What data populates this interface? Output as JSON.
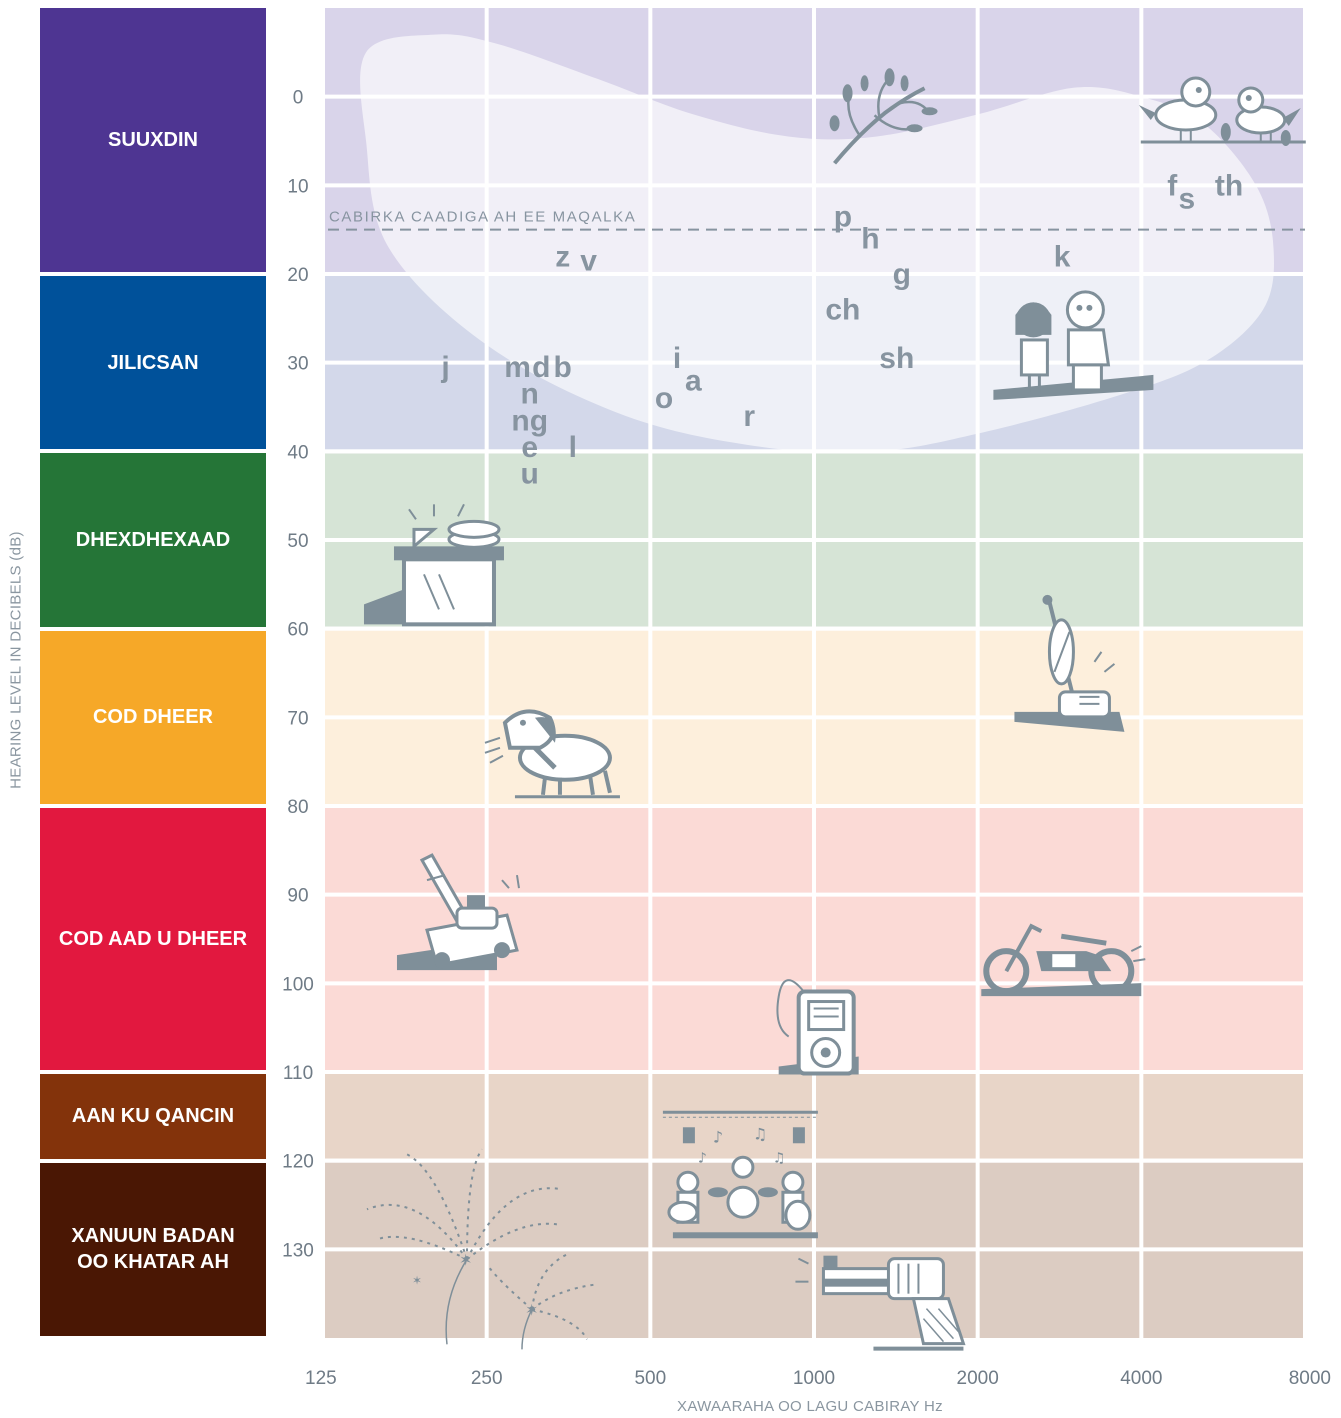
{
  "chart_data": {
    "type": "audiogram",
    "xlabel": "XAWAARAHA OO LAGU CABIRAY Hz",
    "ylabel": "HEARING LEVEL IN DECIBELS (dB)",
    "x_ticks": [
      "125",
      "250",
      "500",
      "1000",
      "2000",
      "4000",
      "8000"
    ],
    "y_ticks": [
      0,
      10,
      20,
      30,
      40,
      50,
      60,
      70,
      80,
      90,
      100,
      110,
      120,
      130
    ],
    "ylim": [
      -10,
      140
    ],
    "xscale": "log2",
    "grid": true,
    "threshold": {
      "label": "CABIRKA CAADIGA AH EE MAQALKA",
      "db": 15
    },
    "bands": [
      {
        "label": "SUUXDIN",
        "from": -10,
        "to": 20,
        "color": "#4e3592",
        "fill": "#d9d4ea"
      },
      {
        "label": "JILICSAN",
        "from": 20,
        "to": 40,
        "color": "#00519a",
        "fill": "#d3d8ea"
      },
      {
        "label": "DHEXDHEXAAD",
        "from": 40,
        "to": 60,
        "color": "#257537",
        "fill": "#d6e4d6"
      },
      {
        "label": "COD DHEER",
        "from": 60,
        "to": 80,
        "color": "#f6a828",
        "fill": "#fdefdc"
      },
      {
        "label": "COD AAD U DHEER",
        "from": 80,
        "to": 110,
        "color": "#e2183f",
        "fill": "#fbdad6"
      },
      {
        "label": "AAN KU QANCIN",
        "from": 110,
        "to": 120,
        "color": "#83330b",
        "fill": "#e8d5c8"
      },
      {
        "label": "XANUUN BADAN OO KHATAR AH",
        "from": 120,
        "to": 140,
        "color": "#4a1704",
        "fill": "#dcccc2"
      }
    ],
    "speech_sounds": [
      {
        "text": "z",
        "hz": 345,
        "db": 18
      },
      {
        "text": "v",
        "hz": 385,
        "db": 18.5
      },
      {
        "text": "j",
        "hz": 210,
        "db": 30.5
      },
      {
        "text": "m",
        "hz": 285,
        "db": 30.5
      },
      {
        "text": "d",
        "hz": 315,
        "db": 30.5
      },
      {
        "text": "b",
        "hz": 345,
        "db": 30.5
      },
      {
        "text": "n",
        "hz": 300,
        "db": 33.5
      },
      {
        "text": "ng",
        "hz": 300,
        "db": 36.5
      },
      {
        "text": "e",
        "hz": 300,
        "db": 39.5
      },
      {
        "text": "l",
        "hz": 360,
        "db": 39.5
      },
      {
        "text": "u",
        "hz": 300,
        "db": 42.5
      },
      {
        "text": "i",
        "hz": 560,
        "db": 29.5
      },
      {
        "text": "a",
        "hz": 600,
        "db": 32
      },
      {
        "text": "o",
        "hz": 530,
        "db": 34
      },
      {
        "text": "r",
        "hz": 760,
        "db": 36
      },
      {
        "text": "p",
        "hz": 1130,
        "db": 13.5
      },
      {
        "text": "h",
        "hz": 1270,
        "db": 16
      },
      {
        "text": "g",
        "hz": 1450,
        "db": 20
      },
      {
        "text": "ch",
        "hz": 1130,
        "db": 24
      },
      {
        "text": "sh",
        "hz": 1420,
        "db": 29.5
      },
      {
        "text": "k",
        "hz": 2860,
        "db": 18
      },
      {
        "text": "f",
        "hz": 4560,
        "db": 10
      },
      {
        "text": "s",
        "hz": 4850,
        "db": 11.5
      },
      {
        "text": "th",
        "hz": 5800,
        "db": 10
      }
    ],
    "illustrations": [
      {
        "icon": "leaves-icon",
        "hz": 1320,
        "db": 3
      },
      {
        "icon": "birds-icon",
        "hz": 5600,
        "db": 1.5
      },
      {
        "icon": "people-talking-icon",
        "hz": 3000,
        "db": 28
      },
      {
        "icon": "dishwasher-icon",
        "hz": 200,
        "db": 55
      },
      {
        "icon": "vacuum-cleaner-icon",
        "hz": 2950,
        "db": 66
      },
      {
        "icon": "dog-barking-icon",
        "hz": 320,
        "db": 74
      },
      {
        "icon": "lawnmower-icon",
        "hz": 230,
        "db": 94
      },
      {
        "icon": "motorcycle-icon",
        "hz": 2850,
        "db": 97.5
      },
      {
        "icon": "music-player-icon",
        "hz": 1020,
        "db": 106
      },
      {
        "icon": "rock-band-icon",
        "hz": 740,
        "db": 123
      },
      {
        "icon": "fireworks-icon",
        "hz": 230,
        "db": 130
      },
      {
        "icon": "gun-icon",
        "hz": 1400,
        "db": 135
      }
    ]
  }
}
